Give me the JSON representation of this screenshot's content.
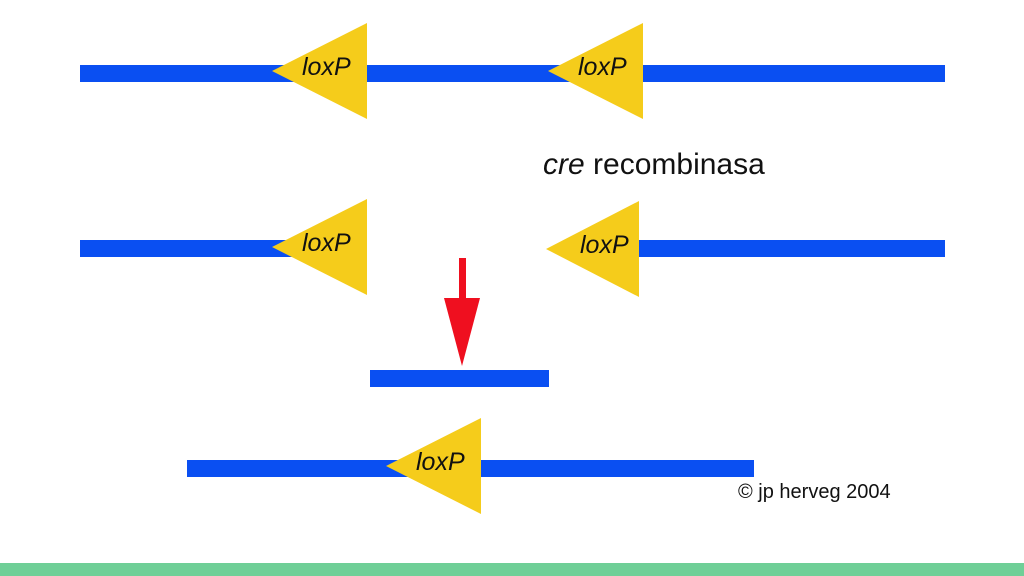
{
  "labels": {
    "lox_site": "loxP",
    "enzyme_gene": "cre",
    "enzyme_rest": "recombinasa",
    "credit": "© jp herveg 2004"
  },
  "colors": {
    "dna": "#0a4ff2",
    "lox_triangle": "#f5cc1b",
    "arrow": "#ef0f1f",
    "footer": "#6fcf97",
    "background": "#ffffff"
  }
}
